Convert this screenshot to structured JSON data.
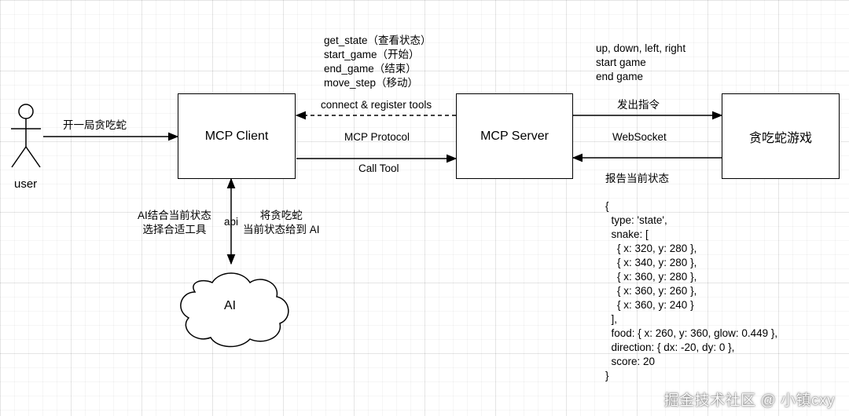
{
  "actor": {
    "label": "user"
  },
  "edges": {
    "user_to_client": "开一局贪吃蛇",
    "server_to_client_tools": [
      "get_state（查看状态）",
      "start_game（开始）",
      "end_game（结束）",
      "move_step（移动）"
    ],
    "server_to_client_label": "connect & register tools",
    "client_server_protocol": "MCP Protocol",
    "client_to_server_call": "Call Tool",
    "server_to_game_top": "up, down, left, right\nstart game\nend game",
    "server_to_game_label": "发出指令",
    "game_to_server_label": "WebSocket",
    "game_to_server_report_title": "报告当前状态",
    "state_json": "{\n  type: 'state',\n  snake: [\n    { x: 320, y: 280 },\n    { x: 340, y: 280 },\n    { x: 360, y: 280 },\n    { x: 360, y: 260 },\n    { x: 360, y: 240 }\n  ],\n  food: { x: 260, y: 360, glow: 0.449 },\n  direction: { dx: -20, dy: 0 },\n  score: 20\n}",
    "client_ai_left": "AI结合当前状态\n选择合适工具",
    "client_ai_mid": "api",
    "client_ai_right": "将贪吃蛇\n当前状态给到 AI"
  },
  "nodes": {
    "mcp_client": "MCP Client",
    "mcp_server": "MCP Server",
    "snake_game": "贪吃蛇游戏",
    "ai": "AI"
  },
  "watermark": "掘金技术社区 @ 小镇cxy"
}
